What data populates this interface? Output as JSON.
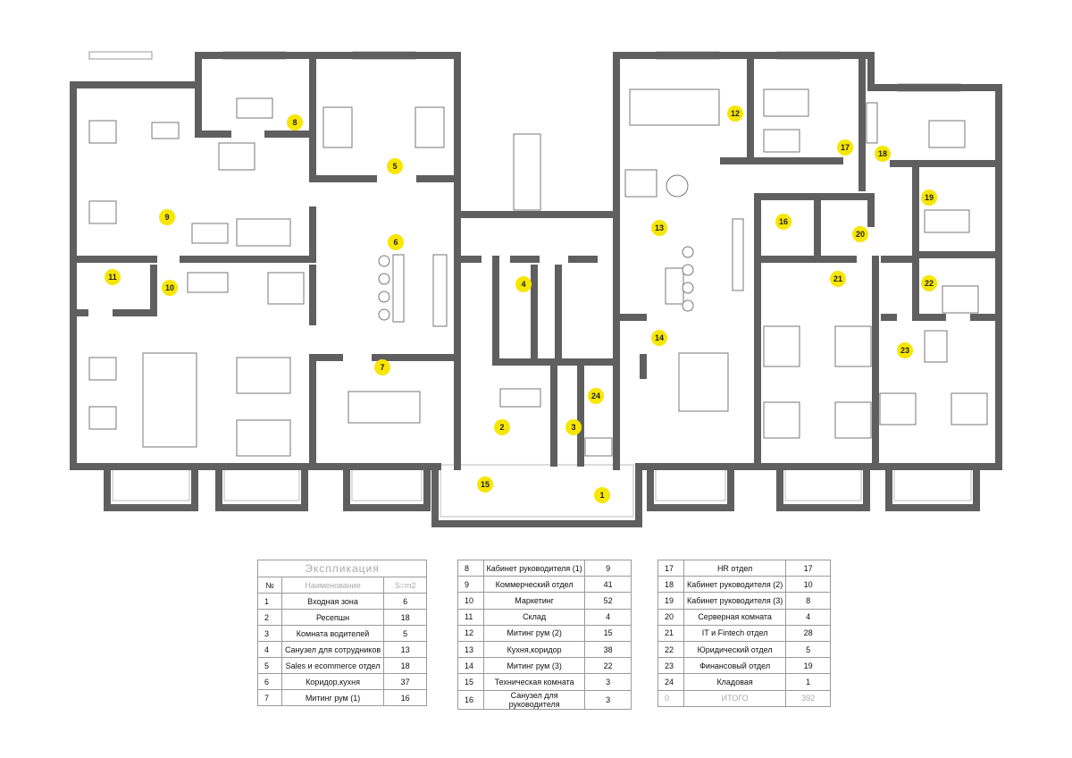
{
  "plan": {
    "room_markers": [
      "1",
      "2",
      "3",
      "4",
      "5",
      "6",
      "7",
      "8",
      "9",
      "10",
      "11",
      "12",
      "13",
      "14",
      "15",
      "16",
      "17",
      "18",
      "19",
      "20",
      "21",
      "22",
      "23",
      "24"
    ],
    "marker_color": "#f7e600",
    "wall_color": "#5f5f5f"
  },
  "legend": {
    "title": "Экспликация",
    "headers": {
      "num": "№",
      "name": "Наименование",
      "area": "S=m2"
    },
    "rows": [
      {
        "num": "1",
        "name": "Входная зона",
        "area": "6"
      },
      {
        "num": "2",
        "name": "Ресепшн",
        "area": "18"
      },
      {
        "num": "3",
        "name": "Комната водителей",
        "area": "5"
      },
      {
        "num": "4",
        "name": "Санузел для сотрудников",
        "area": "13"
      },
      {
        "num": "5",
        "name": "Sales и ecommerce отдел",
        "area": "18"
      },
      {
        "num": "6",
        "name": "Коридор,кухня",
        "area": "37"
      },
      {
        "num": "7",
        "name": "Митинг рум (1)",
        "area": "16"
      },
      {
        "num": "8",
        "name": "Кабинет руководителя (1)",
        "area": "9"
      },
      {
        "num": "9",
        "name": "Коммерческий отдел",
        "area": "41"
      },
      {
        "num": "10",
        "name": "Маркетинг",
        "area": "52"
      },
      {
        "num": "11",
        "name": "Склад",
        "area": "4"
      },
      {
        "num": "12",
        "name": "Митинг рум (2)",
        "area": "15"
      },
      {
        "num": "13",
        "name": "Кухня,коридор",
        "area": "38"
      },
      {
        "num": "14",
        "name": "Митинг рум (3)",
        "area": "22"
      },
      {
        "num": "15",
        "name": "Техническая комната",
        "area": "3"
      },
      {
        "num": "16",
        "name": "Санузел для руководителя",
        "area": "3"
      },
      {
        "num": "17",
        "name": "HR отдел",
        "area": "17"
      },
      {
        "num": "18",
        "name": "Кабинет руководителя (2)",
        "area": "10"
      },
      {
        "num": "19",
        "name": "Кабинет руководителя (3)",
        "area": "8"
      },
      {
        "num": "20",
        "name": "Серверная комната",
        "area": "4"
      },
      {
        "num": "21",
        "name": "IT и Fintech отдел",
        "area": "28"
      },
      {
        "num": "22",
        "name": "Юридический отдел",
        "area": "5"
      },
      {
        "num": "23",
        "name": "Финансовый отдел",
        "area": "19"
      },
      {
        "num": "24",
        "name": "Кладовая",
        "area": "1"
      }
    ],
    "total": {
      "num": "0",
      "name": "ИТОГО",
      "area": "392"
    }
  }
}
